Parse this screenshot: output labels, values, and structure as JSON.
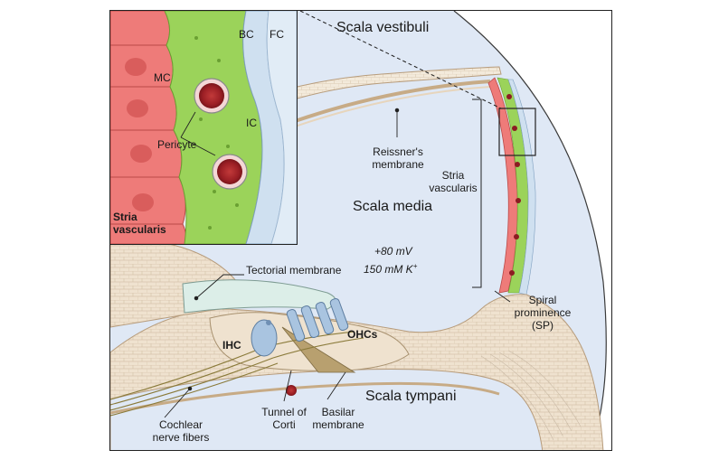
{
  "inset": {
    "mc_label": "MC",
    "bc_label": "BC",
    "fc_label": "FC",
    "ic_label": "IC",
    "pericyte_label": "Pericyte",
    "title_line1": "Stria",
    "title_line2": "vascularis"
  },
  "main": {
    "scala_vestibuli": "Scala vestibuli",
    "scala_media": "Scala media",
    "scala_tympani": "Scala tympani",
    "reissners_line1": "Reissner's",
    "reissners_line2": "membrane",
    "stria_line1": "Stria",
    "stria_line2": "vascularis",
    "potential": "+80 mV",
    "potassium": "150 mM K",
    "potassium_sup": "+",
    "tectorial": "Tectorial membrane",
    "spiral_line1": "Spiral",
    "spiral_line2": "prominence",
    "spiral_line3": "(SP)",
    "ihc": "IHC",
    "ohcs": "OHCs",
    "tunnel_line1": "Tunnel of",
    "tunnel_line2": "Corti",
    "basilar_line1": "Basilar",
    "basilar_line2": "membrane",
    "cochlear_line1": "Cochlear",
    "cochlear_line2": "nerve fibers"
  },
  "colors": {
    "fluid_blue": "#dfe8f5",
    "tissue_beige": "#efe2cf",
    "marginal_red": "#ee7b79",
    "intermediate_green": "#9bd35a",
    "basal_blue": "#cfe0f0",
    "hair_cell_blue": "#a9c4e0"
  }
}
